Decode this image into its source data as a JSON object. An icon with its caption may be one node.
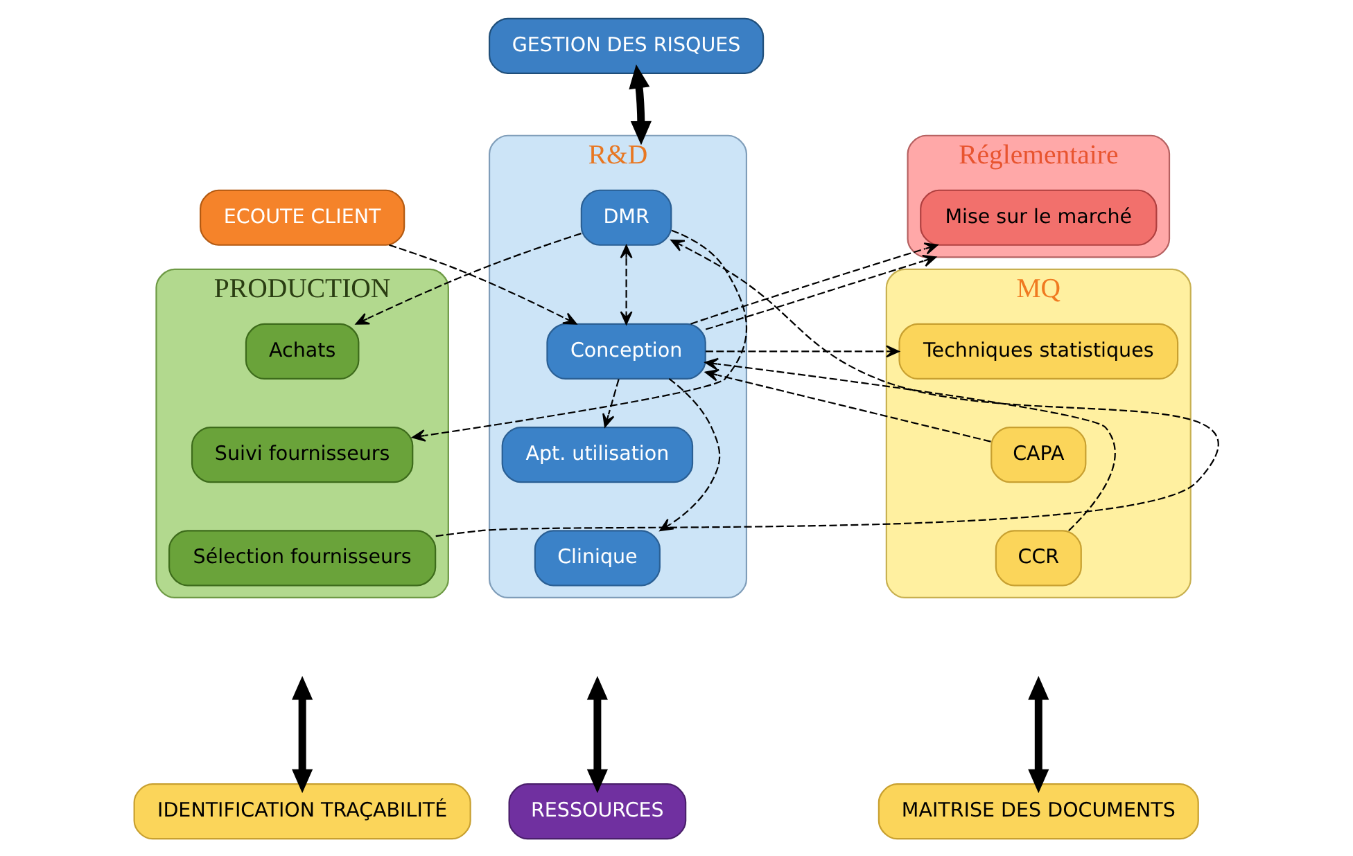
{
  "diagram": {
    "nodes": [
      {
        "text": [
          "GESTION DES RISQUES"
        ]
      },
      {
        "text": [
          "ECOUTE CLIENT"
        ]
      },
      {
        "text": [
          "R&D"
        ]
      },
      {
        "text": [
          "DMR"
        ],
        "in": 2
      },
      {
        "text": [
          "Conception"
        ],
        "in": 2
      },
      {
        "text": [
          "Apt. utilisation"
        ],
        "in": 2
      },
      {
        "text": [
          "Clinique"
        ],
        "in": 2
      },
      {
        "text": [
          "Réglementaire"
        ]
      },
      {
        "text": [
          "Mise sur le marché"
        ],
        "in": 7
      },
      {
        "text": [
          "PRODUCTION"
        ]
      },
      {
        "text": [
          "Achats"
        ],
        "in": 9
      },
      {
        "text": [
          "Suivi fournisseurs"
        ],
        "in": 9
      },
      {
        "text": [
          "Sélection fournisseurs"
        ],
        "in": 9
      },
      {
        "text": [
          "MQ"
        ]
      },
      {
        "text": [
          "Techniques statistiques"
        ],
        "in": 13
      },
      {
        "text": [
          "CAPA"
        ],
        "in": 13
      },
      {
        "text": [
          "CCR"
        ],
        "in": 13
      },
      {
        "text": [
          "IDENTIFICATION TRAÇABILITÉ"
        ]
      },
      {
        "text": [
          "RESSOURCES"
        ]
      },
      {
        "text": [
          "MAITRISE DES DOCUMENTS"
        ]
      }
    ],
    "edges": [
      {
        "from": 0,
        "to": 2,
        "arrow": "both",
        "style": "thick"
      },
      {
        "from": 1,
        "to": 4,
        "arrow": "to",
        "style": "dashed"
      },
      {
        "from": 3,
        "to": 10,
        "arrow": "to",
        "style": "dashed"
      },
      {
        "from": 3,
        "to": 11,
        "arrow": "to",
        "style": "dashed"
      },
      {
        "from": 12,
        "to": 3,
        "arrow": "to",
        "style": "dashed"
      },
      {
        "from": 3,
        "to": 4,
        "arrow": "both",
        "style": "dashed"
      },
      {
        "from": 4,
        "to": 8,
        "arrow": "to",
        "style": "dashed"
      },
      {
        "from": 4,
        "to": 7,
        "arrow": "to",
        "style": "dashed"
      },
      {
        "from": 4,
        "to": 14,
        "arrow": "to",
        "style": "dashed"
      },
      {
        "from": 4,
        "to": 5,
        "arrow": "to",
        "style": "dashed"
      },
      {
        "from": 4,
        "to": 6,
        "arrow": "to",
        "style": "dashed"
      },
      {
        "from": 15,
        "to": 4,
        "arrow": "to",
        "style": "dashed"
      },
      {
        "from": 16,
        "to": 4,
        "arrow": "to",
        "style": "dashed"
      },
      {
        "from": 17,
        "to": null,
        "arrow": "both",
        "style": "thick"
      },
      {
        "from": 18,
        "to": null,
        "arrow": "both",
        "style": "thick"
      },
      {
        "from": 19,
        "to": null,
        "arrow": "both",
        "style": "thick"
      }
    ]
  }
}
